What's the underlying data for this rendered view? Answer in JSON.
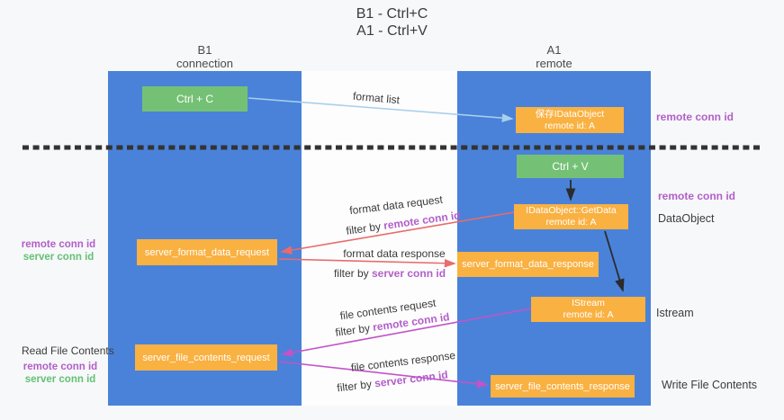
{
  "title": {
    "line1": "B1 - Ctrl+C",
    "line2": "A1 - Ctrl+V"
  },
  "lanes": {
    "left": {
      "name": "B1",
      "role": "connection"
    },
    "right": {
      "name": "A1",
      "role": "remote"
    }
  },
  "nodes": {
    "ctrl_c": {
      "label": "Ctrl + C"
    },
    "ctrl_v": {
      "label": "Ctrl + V"
    },
    "save_idataobject": {
      "line1": "保存IDataObject",
      "line2": "remote id: A"
    },
    "idataobject_getdata": {
      "line1": "IDataObject::GetData",
      "line2": "remote id: A"
    },
    "istream": {
      "line1": "IStream",
      "line2": "remote id: A"
    },
    "server_format_data_request": {
      "label": "server_format_data_request"
    },
    "server_format_data_response": {
      "label": "server_format_data_response"
    },
    "server_file_contents_request": {
      "label": "server_file_contents_request"
    },
    "server_file_contents_response": {
      "label": "server_file_contents_response"
    }
  },
  "edge_labels": {
    "format_list": "format list",
    "format_data_request": "format data request",
    "format_data_response": "format data response",
    "file_contents_request": "file contents request",
    "file_contents_response": "file contents response",
    "filter_by": "filter by ",
    "remote_conn_id": "remote conn id",
    "server_conn_id": "server conn id"
  },
  "annotations": {
    "right_top_remote_conn_id": "remote conn id",
    "right_mid_remote_conn_id": "remote conn id",
    "dataobject": "DataObject",
    "istream": "Istream",
    "write_file_contents": "Write File Contents",
    "read_file_contents": "Read File Contents",
    "left_top": {
      "remote": "remote conn id",
      "server": "server conn id"
    },
    "left_bottom": {
      "remote": "remote conn id",
      "server": "server conn id"
    }
  },
  "colors": {
    "lane_blue": "#4a82d9",
    "box_green": "#74c175",
    "box_orange": "#f9b142",
    "arrow_lightblue": "#a8cfec",
    "arrow_red": "#e96b6b",
    "arrow_magenta": "#c253c9",
    "arrow_black": "#2b2b2b",
    "divider_black": "#333333",
    "text_purple": "#b25fc9",
    "text_green": "#64c076"
  }
}
